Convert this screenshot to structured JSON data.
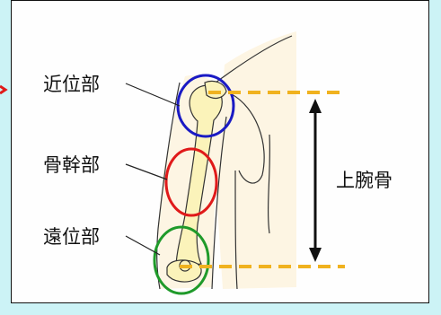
{
  "labels": {
    "proximal": "近位部",
    "shaft": "骨幹部",
    "distal": "遠位部",
    "bone": "上腕骨"
  },
  "icons": {
    "pointer": "arrow-right-icon",
    "measure": "double-arrow-vertical-icon"
  },
  "colors": {
    "background": "#ccf3f6",
    "panel": "#fefefe",
    "skin": "#fdf5e3",
    "bone": "#fbf3ba",
    "proximal_circle": "#1a1ac4",
    "shaft_circle": "#e01a1a",
    "distal_circle": "#1f9a2a",
    "guide_line": "#f0b21f",
    "pointer_arrow": "#e01a1a"
  }
}
